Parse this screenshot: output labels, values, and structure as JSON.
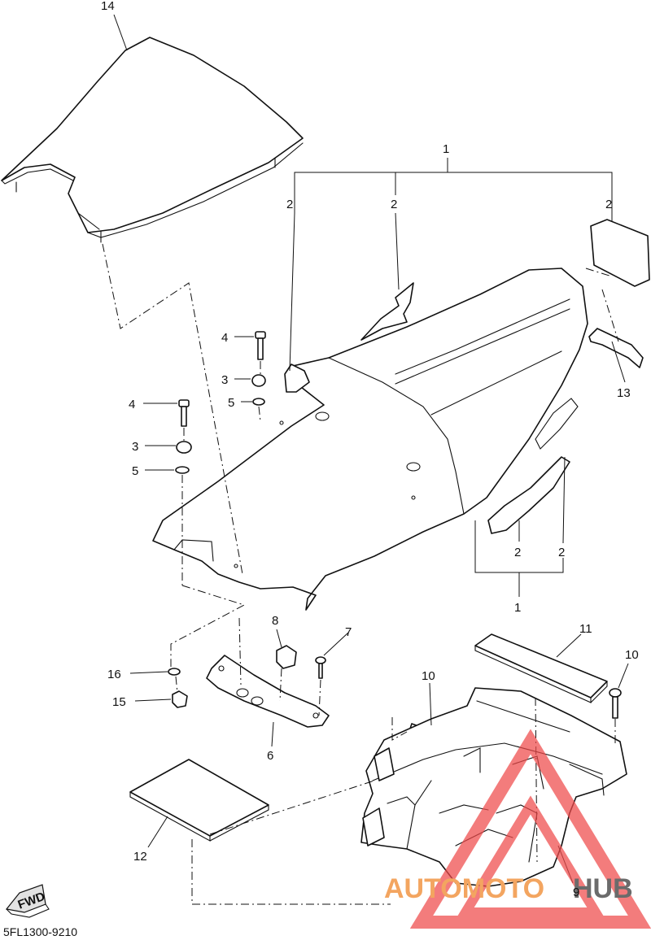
{
  "diagram_code": "5FL1300-9210",
  "fwd_badge": "FWD",
  "watermark": {
    "part1": "AUTOMOTO",
    "part2": "HUB",
    "color_main": "#f3a560",
    "color_dark": "#6b6b6b",
    "triangle_color": "#ef4a4a"
  },
  "callouts": {
    "c14": "14",
    "c1_top": "1",
    "c2_a": "2",
    "c2_b": "2",
    "c2_c": "2",
    "c13": "13",
    "c4_a": "4",
    "c3_a": "3",
    "c5_a": "5",
    "c4_b": "4",
    "c3_b": "3",
    "c5_b": "5",
    "c2_d": "2",
    "c2_e": "2",
    "c1_bottom": "1",
    "c8": "8",
    "c7": "7",
    "c11": "11",
    "c16": "16",
    "c15": "15",
    "c10_a": "10",
    "c10_b": "10",
    "c6": "6",
    "c12": "12",
    "c9": "9"
  }
}
